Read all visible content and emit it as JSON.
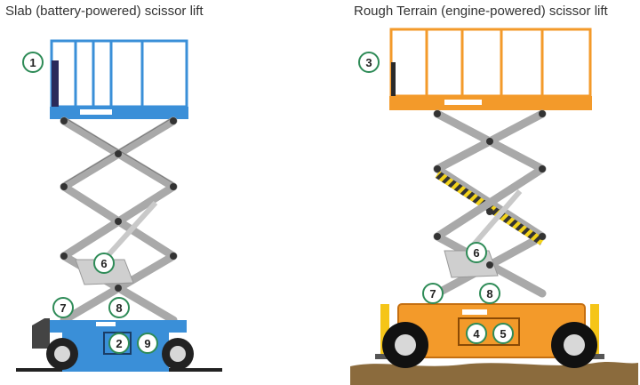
{
  "left_panel": {
    "title": "Slab (battery-powered) scissor lift",
    "callouts": [
      "1",
      "6",
      "7",
      "8",
      "2",
      "9"
    ]
  },
  "right_panel": {
    "title": "Rough Terrain (engine-powered) scissor lift",
    "callouts": [
      "3",
      "6",
      "7",
      "8",
      "4",
      "5"
    ]
  },
  "colors": {
    "slab_body": "#3a8fd8",
    "rt_body": "#f39a2a",
    "scissor": "#b8b8b8",
    "callout_ring": "#2e8b57",
    "ground": "#8b6b3d"
  }
}
